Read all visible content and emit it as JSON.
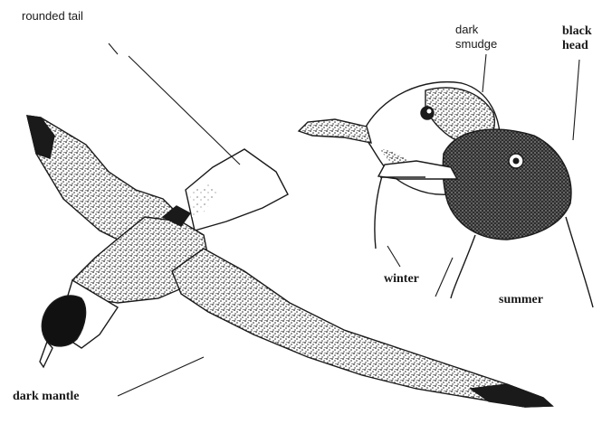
{
  "labels": {
    "rounded_tail": "rounded tail",
    "dark_smudge": [
      "dark",
      "smudge"
    ],
    "black_head": [
      "black",
      "head"
    ],
    "winter": "winter",
    "summer": "summer",
    "dark_mantle": "dark mantle"
  },
  "colors": {
    "ink": "#1a1a1a",
    "stipple": "#2b2b2b",
    "paper": "#ffffff"
  }
}
